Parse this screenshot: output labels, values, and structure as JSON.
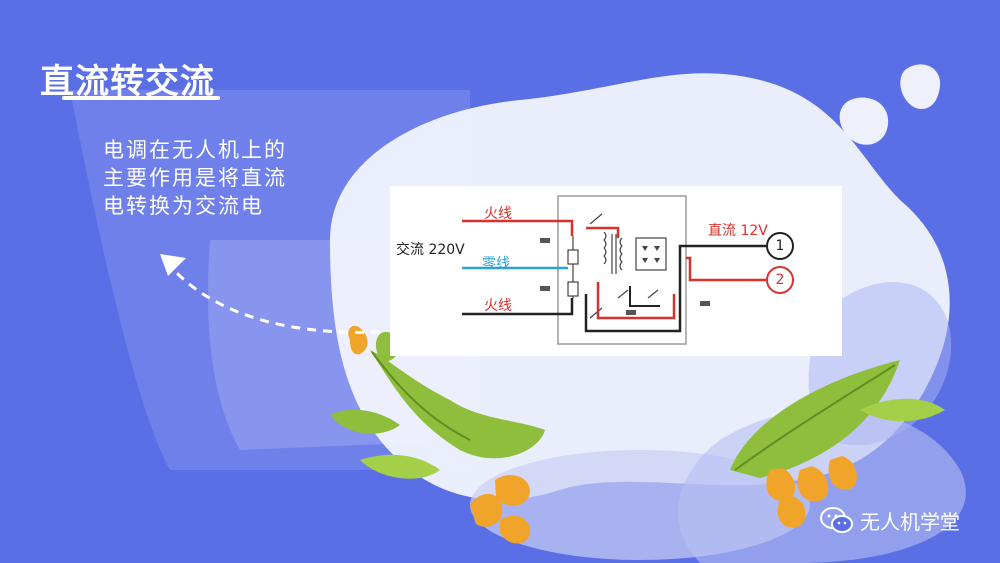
{
  "slide": {
    "title": "直流转交流",
    "description_lines": [
      "电调在无人机上的",
      "主要作用是将直流",
      "电转换为交流电"
    ],
    "watermark": "无人机学堂"
  },
  "diagram": {
    "labels": {
      "live_top": "火线",
      "ac_input": "交流 220V",
      "neutral": "零线",
      "live_bottom": "火线",
      "dc_output": "直流 12V",
      "terminal_1": "1",
      "terminal_2": "2"
    }
  },
  "colors": {
    "background": "#5a6ee6",
    "wire_red": "#d8312e",
    "wire_blue": "#2f9fd6",
    "wire_black": "#222222",
    "leaf_green": "#8fbd3c",
    "petal_orange": "#f0a52a"
  }
}
